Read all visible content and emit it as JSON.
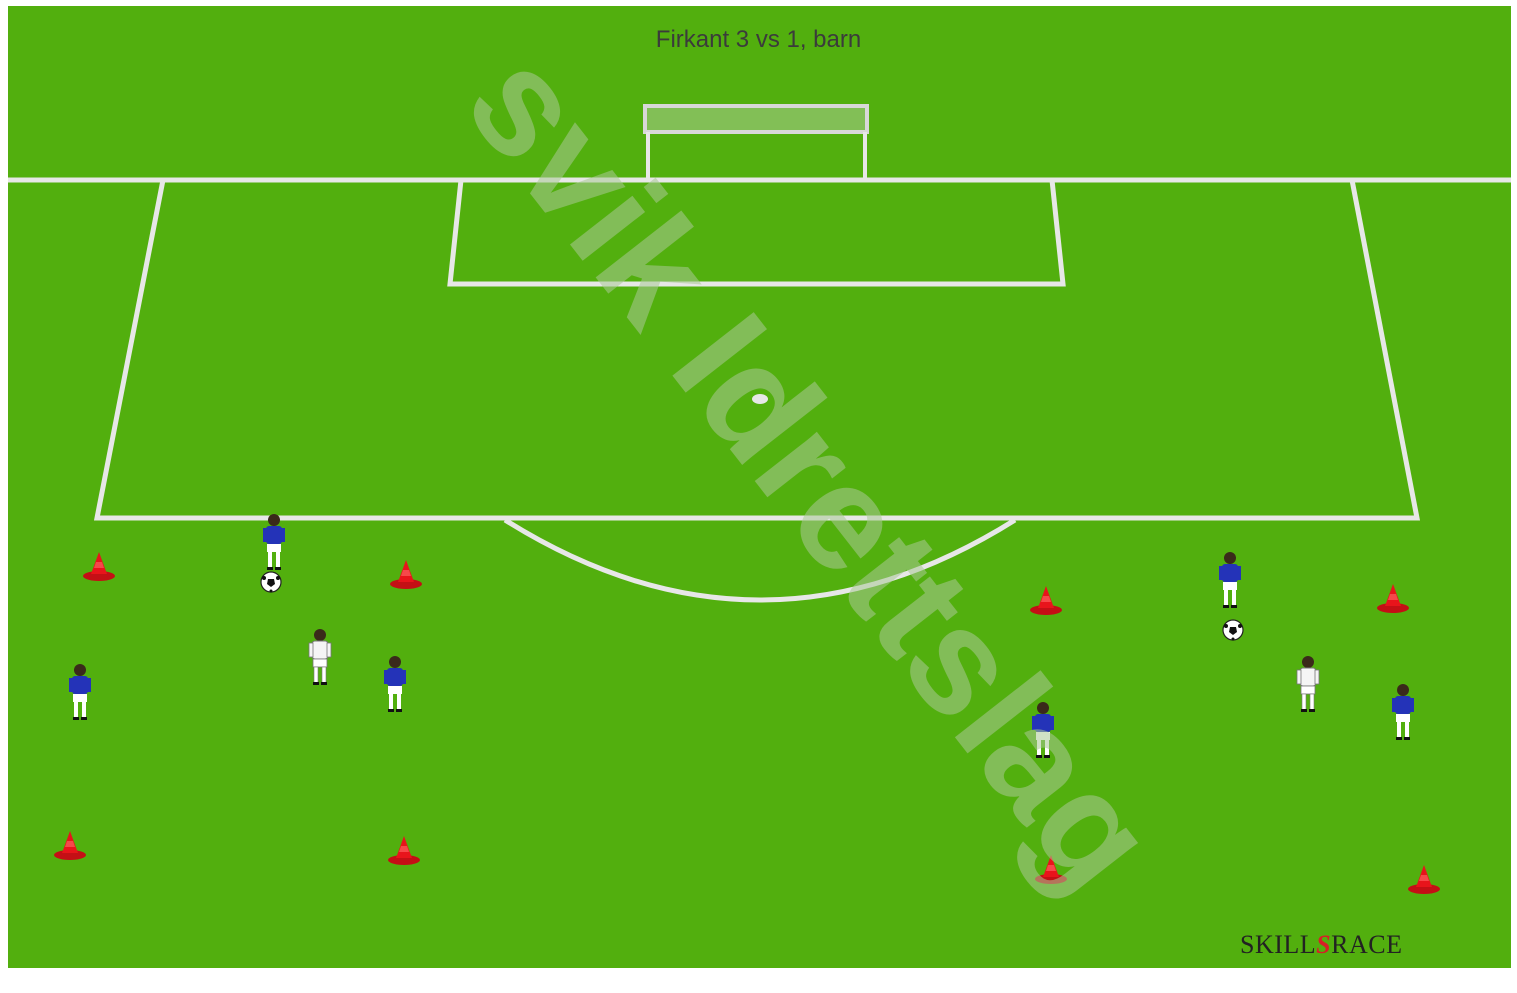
{
  "title": "Firkant 3 vs 1, barn",
  "watermark": "svik Idrettslag",
  "brand": {
    "left": "SKILL",
    "mark": "S",
    "right": "RACE"
  },
  "colors": {
    "grass": "#52af0e",
    "lines": "#e7e7e7",
    "cone": "#e8141b",
    "blue_team": "#2433b8",
    "white_team": "#f5f5f5"
  },
  "drill": {
    "setups": [
      {
        "cones": 4,
        "players": [
          {
            "team": "blue",
            "role": "with-ball"
          },
          {
            "team": "blue",
            "role": "attacker"
          },
          {
            "team": "blue",
            "role": "attacker"
          },
          {
            "team": "white",
            "role": "defender"
          }
        ]
      },
      {
        "cones": 4,
        "players": [
          {
            "team": "blue",
            "role": "with-ball"
          },
          {
            "team": "blue",
            "role": "attacker"
          },
          {
            "team": "blue",
            "role": "attacker"
          },
          {
            "team": "white",
            "role": "defender"
          }
        ]
      }
    ]
  }
}
